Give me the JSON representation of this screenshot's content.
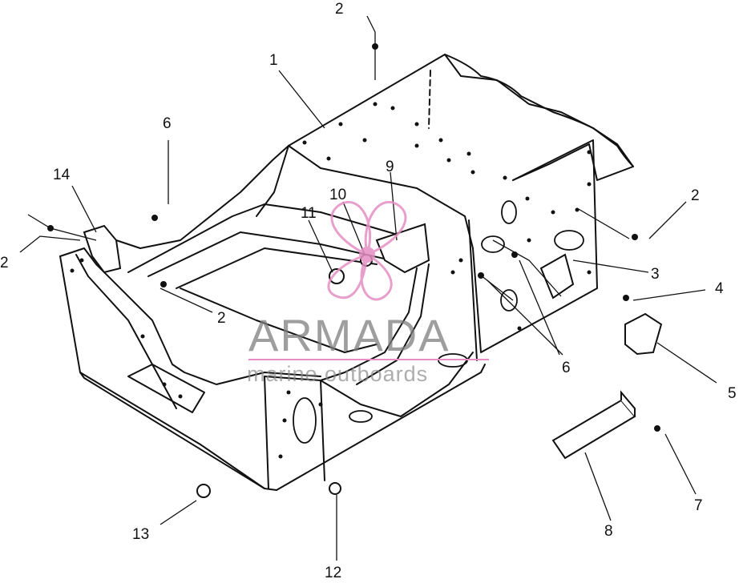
{
  "diagram": {
    "callouts": [
      {
        "id": "c2-top",
        "text": "2"
      },
      {
        "id": "c1",
        "text": "1"
      },
      {
        "id": "c6-top",
        "text": "6"
      },
      {
        "id": "c14",
        "text": "14"
      },
      {
        "id": "c2-left",
        "text": "2"
      },
      {
        "id": "c9",
        "text": "9"
      },
      {
        "id": "c10",
        "text": "10"
      },
      {
        "id": "c11",
        "text": "11"
      },
      {
        "id": "c2-center",
        "text": "2"
      },
      {
        "id": "c2-right",
        "text": "2"
      },
      {
        "id": "c3",
        "text": "3"
      },
      {
        "id": "c4",
        "text": "4"
      },
      {
        "id": "c5",
        "text": "5"
      },
      {
        "id": "c6-right",
        "text": "6"
      },
      {
        "id": "c7",
        "text": "7"
      },
      {
        "id": "c8",
        "text": "8"
      },
      {
        "id": "c12",
        "text": "12"
      },
      {
        "id": "c13",
        "text": "13"
      }
    ]
  },
  "watermark": {
    "brand": "ARMADA",
    "tagline": "marine outboards",
    "accent_color": "#e58fc4",
    "line_color": "#111111"
  }
}
